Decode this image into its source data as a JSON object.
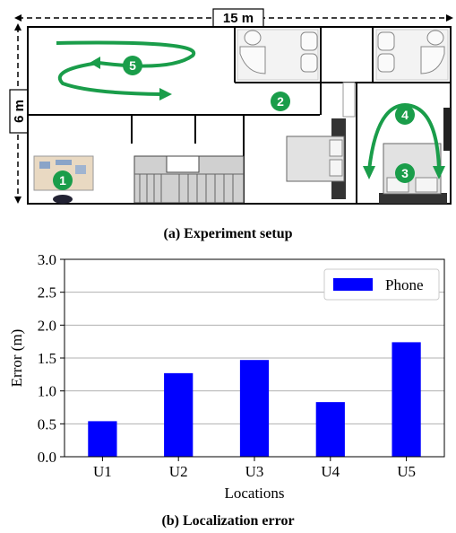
{
  "figure": {
    "top_caption": "(a) Experiment setup",
    "bottom_caption": "(b) Localization error",
    "setup": {
      "width_label": "15 m",
      "height_label": "6 m",
      "markers": [
        "1",
        "2",
        "3",
        "4",
        "5"
      ],
      "colors": {
        "marker": "#1a9d4a",
        "walls": "#000000"
      }
    }
  },
  "chart_data": {
    "type": "bar",
    "categories": [
      "U1",
      "U2",
      "U3",
      "U4",
      "U5"
    ],
    "series": [
      {
        "name": "Phone",
        "values": [
          0.54,
          1.27,
          1.47,
          0.83,
          1.74
        ],
        "color": "#0000ff"
      }
    ],
    "xlabel": "Locations",
    "ylabel": "Error (m)",
    "ylim": [
      0,
      3.0
    ],
    "yticks": [
      0.0,
      0.5,
      1.0,
      1.5,
      2.0,
      2.5,
      3.0
    ],
    "ytick_labels": [
      "0.0",
      "0.5",
      "1.0",
      "1.5",
      "2.0",
      "2.5",
      "3.0"
    ],
    "grid": true,
    "legend": "top-right"
  }
}
